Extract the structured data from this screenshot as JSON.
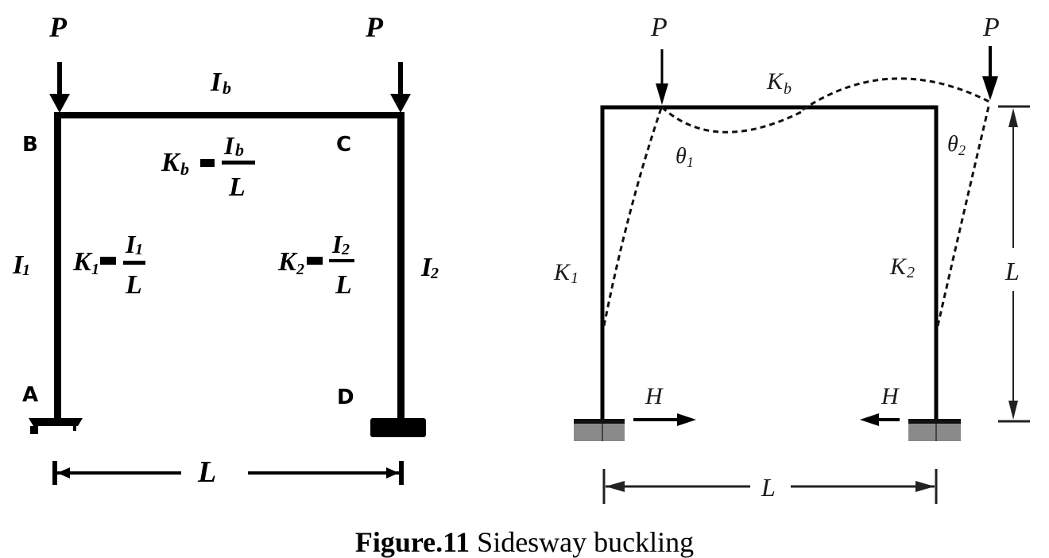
{
  "figure": {
    "caption_label": "Figure.11",
    "caption_text": " Sidesway buckling"
  },
  "left_frame": {
    "load_left": "P",
    "load_right": "P",
    "beam_inertia": "I",
    "beam_inertia_sub": "b",
    "node_b": "B",
    "node_c": "C",
    "node_a": "A",
    "node_d": "D",
    "kb_lhs": "K",
    "kb_lhs_sub": "b",
    "kb_num": "I",
    "kb_num_sub": "b",
    "kb_den": "L",
    "col1_inertia": "I",
    "col1_inertia_sub": "1",
    "k1_lhs": "K",
    "k1_lhs_sub": "1",
    "k1_num": "I",
    "k1_num_sub": "1",
    "k1_den": "L",
    "col2_inertia": "I",
    "col2_inertia_sub": "2",
    "k2_lhs": "K",
    "k2_lhs_sub": "2",
    "k2_num": "I",
    "k2_num_sub": "2",
    "k2_den": "L",
    "equals": "=",
    "span_label": "L",
    "support_left": "pinned",
    "support_right": "fixed"
  },
  "right_frame": {
    "load_left": "P",
    "load_right": "P",
    "beam_stiffness": "K",
    "beam_stiffness_sub": "b",
    "theta1": "θ",
    "theta1_sub": "1",
    "theta2": "θ",
    "theta2_sub": "2",
    "col1_stiffness": "K",
    "col1_stiffness_sub": "1",
    "col2_stiffness": "K",
    "col2_stiffness_sub": "2",
    "reaction_left": "H",
    "reaction_right": "H",
    "height_label": "L",
    "span_label": "L",
    "deformed_shape": "dashed"
  },
  "colors": {
    "ink": "#000000",
    "ink_soft": "#1a1a1a",
    "base_fill": "#8a8a8a",
    "background": "#ffffff"
  }
}
